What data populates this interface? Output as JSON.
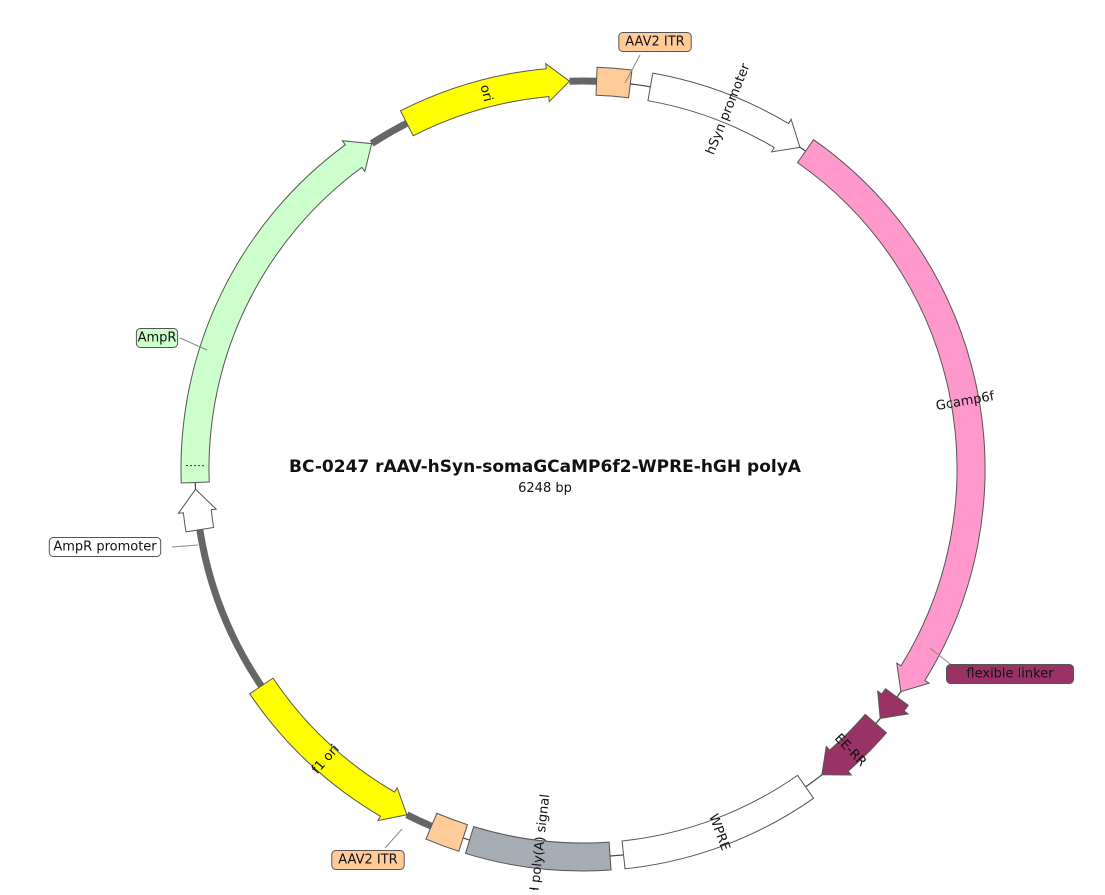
{
  "plasmid": {
    "title": "BC-0247   rAAV-hSyn-somaGCaMP6f2-WPRE-hGH polyA",
    "length_label": "6248 bp"
  },
  "chart_data": {
    "type": "plasmid-map",
    "length_bp": 6248,
    "origin_angle_deg": 0,
    "features": [
      {
        "id": "ori",
        "label": "ori",
        "type": "arrow",
        "direction": "cw",
        "start_deg": -27,
        "end_deg": -2,
        "color": "#ffff00",
        "label_mode": "inside"
      },
      {
        "id": "itr1",
        "label": "AAV2 ITR",
        "type": "box",
        "start_deg": 2,
        "end_deg": 7,
        "color": "#ffcc99",
        "label_mode": "callout",
        "callout": "top"
      },
      {
        "id": "hsyn",
        "label": "hSyn promoter",
        "type": "arrow",
        "direction": "cw",
        "start_deg": 10,
        "end_deg": 34,
        "color": "#ffffff",
        "label_mode": "inside"
      },
      {
        "id": "gcamp",
        "label": "Gcamp6f",
        "type": "arrow",
        "direction": "cw",
        "start_deg": 35,
        "end_deg": 125,
        "color": "#ff99cc",
        "label_mode": "inside"
      },
      {
        "id": "linker",
        "label": "flexible linker",
        "type": "arrow",
        "direction": "cw",
        "start_deg": 126,
        "end_deg": 130,
        "color": "#993366",
        "label_mode": "callout",
        "callout": "right"
      },
      {
        "id": "eerr",
        "label": "EE-RR",
        "type": "arrow",
        "direction": "cw",
        "start_deg": 131,
        "end_deg": 142,
        "color": "#993366",
        "label_mode": "inside",
        "label_color": "#ffffff"
      },
      {
        "id": "wpre",
        "label": "WPRE",
        "type": "box",
        "start_deg": 145,
        "end_deg": 174,
        "color": "#ffffff",
        "label_mode": "inside"
      },
      {
        "id": "hgh",
        "label": "hGH poly(A) signal",
        "type": "box",
        "start_deg": 176,
        "end_deg": 197,
        "color": "#a6acb3",
        "label_mode": "inside"
      },
      {
        "id": "itr2",
        "label": "AAV2 ITR",
        "type": "box",
        "start_deg": 198,
        "end_deg": 203,
        "color": "#ffcc99",
        "label_mode": "callout",
        "callout": "bottom"
      },
      {
        "id": "f1ori",
        "label": "f1 ori",
        "type": "arrow",
        "direction": "ccw",
        "start_deg": 207,
        "end_deg": 236,
        "color": "#ffff00",
        "label_mode": "inside"
      },
      {
        "id": "amppro",
        "label": "AmpR promoter",
        "type": "arrow",
        "direction": "cw",
        "start_deg": 261,
        "end_deg": 267,
        "color": "#ffffff",
        "label_mode": "callout",
        "callout": "left"
      },
      {
        "id": "ampr",
        "label": "AmpR",
        "type": "arrow",
        "direction": "cw",
        "start_deg": 268,
        "end_deg": 327,
        "color": "#ccffcc",
        "label_mode": "callout",
        "callout": "left"
      }
    ],
    "thick_backbone_segments": [
      {
        "start_deg": -2,
        "end_deg": 2
      },
      {
        "start_deg": 203,
        "end_deg": 207
      },
      {
        "start_deg": 236,
        "end_deg": 261
      },
      {
        "start_deg": 327,
        "end_deg": 333
      }
    ]
  },
  "colors": {
    "backbone": "#666666",
    "thin_circle": "#444444",
    "outline": "#555555",
    "callout_line": "#888888"
  }
}
